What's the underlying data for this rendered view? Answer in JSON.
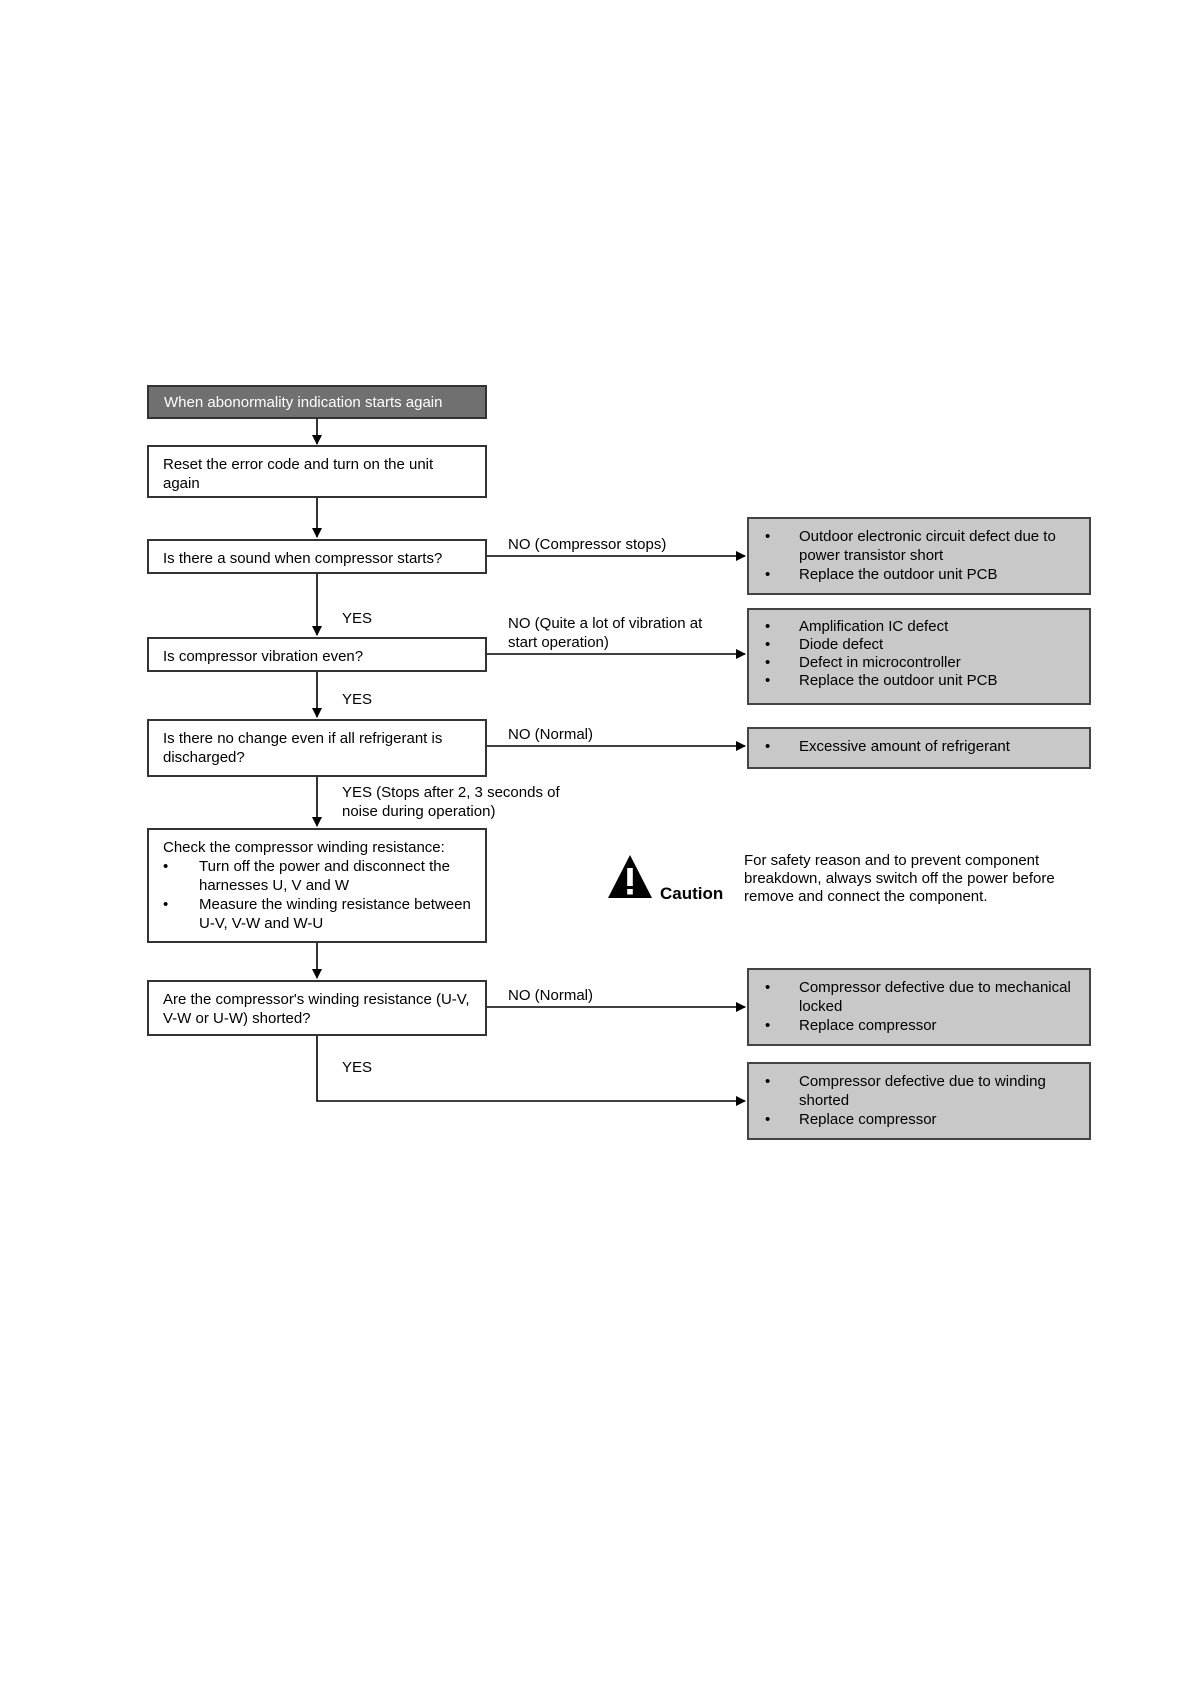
{
  "flow": {
    "start": "When abonormality indication starts again",
    "reset": "Reset the error code and turn on the unit again",
    "q_sound": "Is there a sound when compressor starts?",
    "q_vibration": "Is compressor vibration even?",
    "q_refrigerant": "Is there no change even if all refrigerant is discharged?",
    "check": {
      "title": "Check the compressor winding resistance:",
      "items": [
        "Turn off the power and disconnect the harnesses U, V and W",
        "Measure the winding resistance between U-V, V-W and W-U"
      ]
    },
    "q_shorted": "Are the compressor's winding resistance (U-V, V-W or U-W) shorted?"
  },
  "labels": {
    "no_compressor_stops": "NO (Compressor stops)",
    "yes_1": "YES",
    "no_vibration": "NO (Quite a lot of vibration at start operation)",
    "yes_2": "YES",
    "no_normal_1": "NO (Normal)",
    "yes_stops": "YES (Stops after 2, 3 seconds of noise during operation)",
    "no_normal_2": "NO (Normal)",
    "yes_3": "YES"
  },
  "results": {
    "r1": [
      "Outdoor electronic circuit defect due to power transistor short",
      "Replace the outdoor unit PCB"
    ],
    "r2": [
      "Amplification IC defect",
      "Diode defect",
      "Defect in microcontroller",
      "Replace the outdoor unit PCB"
    ],
    "r3": [
      "Excessive amount of refrigerant"
    ],
    "r4": [
      "Compressor defective due to mechanical locked",
      "Replace compressor"
    ],
    "r5": [
      "Compressor defective due to winding shorted",
      "Replace compressor"
    ]
  },
  "caution": {
    "word": "Caution",
    "icon": "warning-triangle-icon",
    "text": "For safety reason and to prevent component breakdown, always switch off the power before remove and connect the component."
  }
}
